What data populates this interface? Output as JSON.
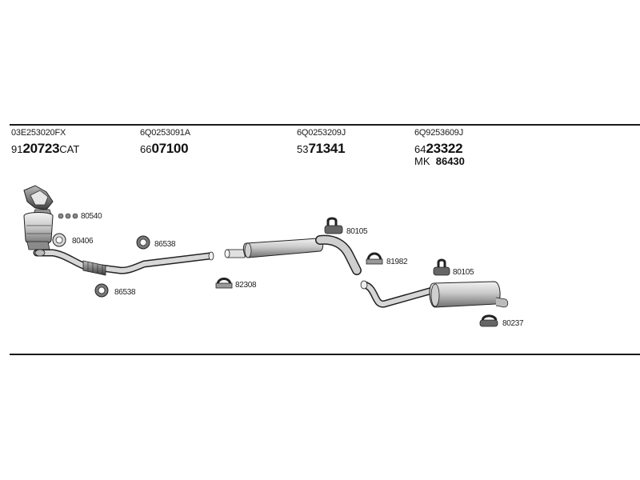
{
  "columns": [
    {
      "oe": "03E253020FX",
      "prefix": "91",
      "main": "20723",
      "suffix": "CAT"
    },
    {
      "oe": "6Q0253091A",
      "prefix": "66",
      "main": "07100",
      "suffix": ""
    },
    {
      "oe": "6Q0253209J",
      "prefix": "53",
      "main": "71341",
      "suffix": ""
    },
    {
      "oe": "6Q9253609J",
      "prefix": "64",
      "main": "23322",
      "suffix": ""
    }
  ],
  "mounting_kit": {
    "prefix": "MK",
    "number": "86430"
  },
  "part_labels": {
    "p80540": "80540",
    "p80406": "80406",
    "p86538a": "86538",
    "p86538b": "86538",
    "p82308": "82308",
    "p80105a": "80105",
    "p81982": "81982",
    "p80105b": "80105",
    "p80237": "80237"
  }
}
